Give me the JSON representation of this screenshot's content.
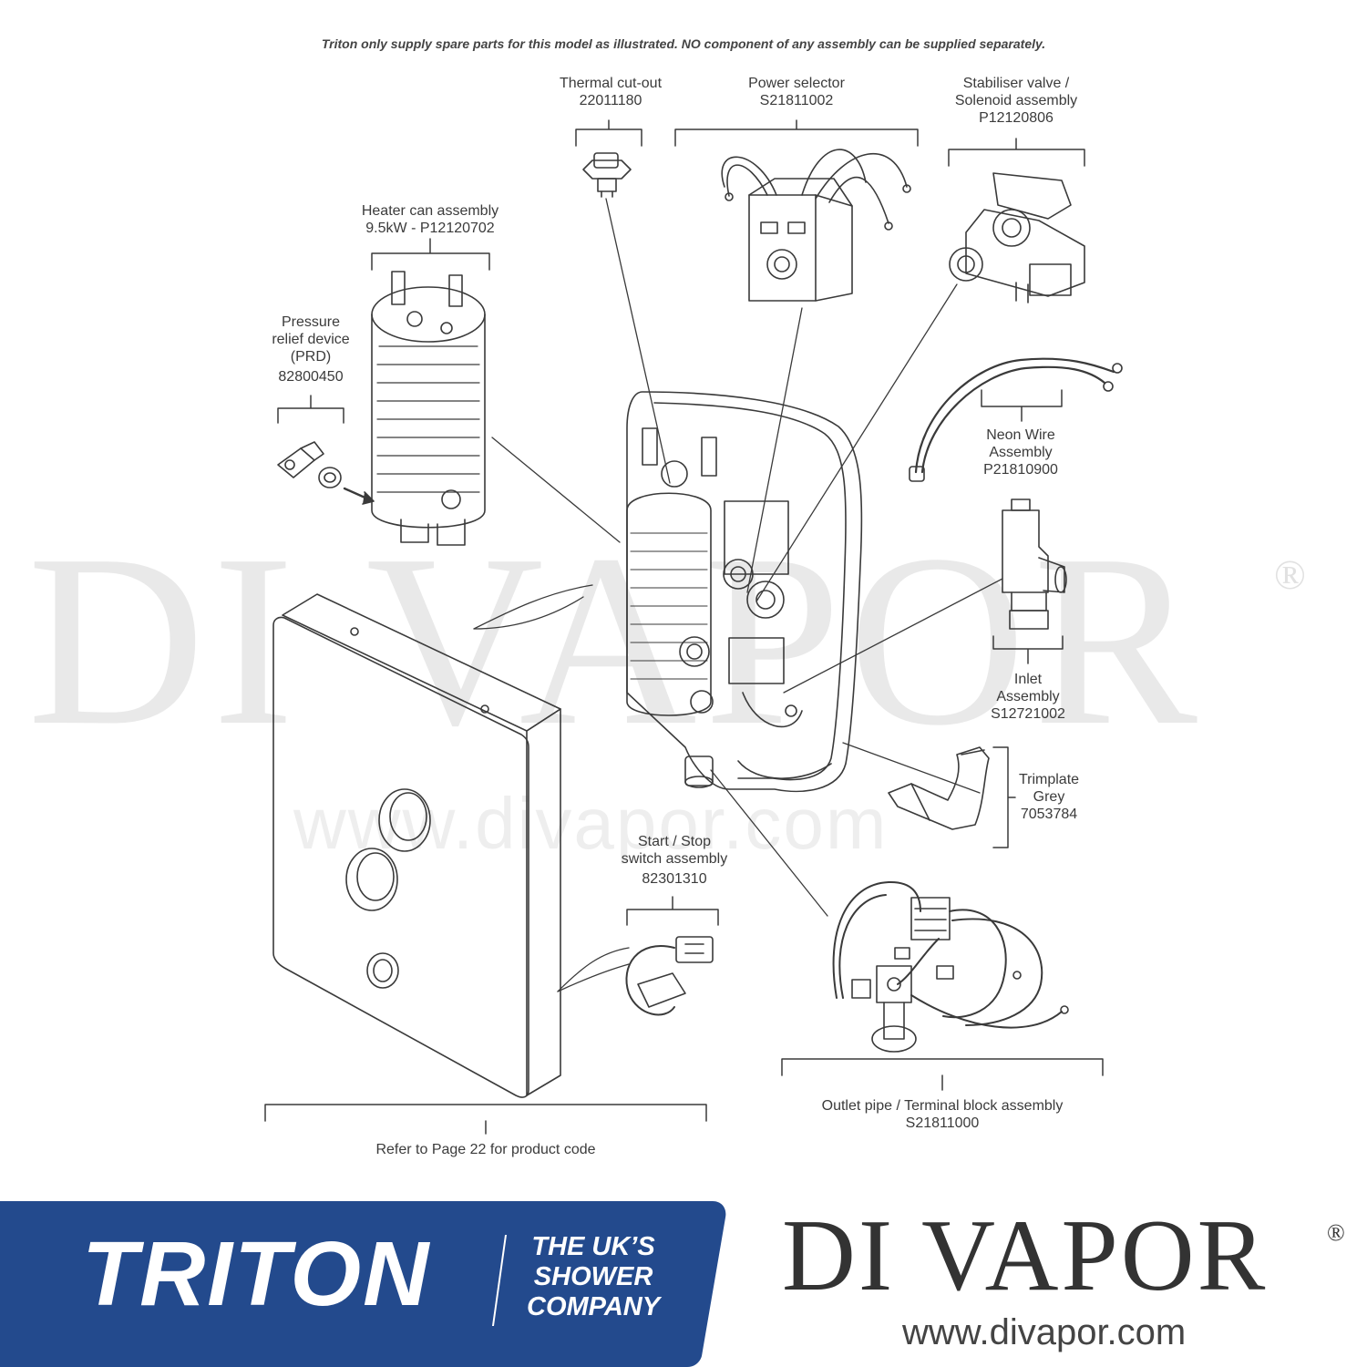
{
  "notice": "Triton only supply spare parts for this model as illustrated. NO component of any assembly can be supplied separately.",
  "parts": {
    "thermal_cutout": {
      "name": "Thermal cut-out",
      "code": "22011180"
    },
    "power_selector": {
      "name": "Power selector",
      "code": "S21811002"
    },
    "stabiliser_valve": {
      "name_line1": "Stabiliser valve /",
      "name_line2": "Solenoid assembly",
      "code": "P12120806"
    },
    "heater_can": {
      "name": "Heater can assembly",
      "code": "9.5kW - P12120702"
    },
    "prd": {
      "line1": "Pressure",
      "line2": "relief device",
      "line3": "(PRD)",
      "code": "82800450"
    },
    "neon_wire": {
      "line1": "Neon Wire",
      "line2": "Assembly",
      "code": "P21810900"
    },
    "inlet": {
      "line1": "Inlet",
      "line2": "Assembly",
      "code": "S12721002"
    },
    "trimplate": {
      "line1": "Trimplate",
      "line2": "Grey",
      "code": "7053784"
    },
    "start_stop": {
      "line1": "Start / Stop",
      "line2": "switch assembly",
      "code": "82301310"
    },
    "outlet_pipe": {
      "name": "Outlet pipe / Terminal block assembly",
      "code": "S21811000"
    },
    "cover": {
      "note": "Refer to Page 22 for product code"
    }
  },
  "watermark": {
    "text": "DI VAPOR",
    "reg": "®",
    "url": "www.divapor.com"
  },
  "footer": {
    "triton": {
      "brand": "TRITON",
      "tagline_line1": "THE UK’S",
      "tagline_line2": "SHOWER",
      "tagline_line3": "COMPANY"
    },
    "divapor": {
      "brand": "DI VAPOR",
      "reg": "®",
      "url": "www.divapor.com"
    }
  },
  "colors": {
    "triton_blue": "#234a8d",
    "line": "#3a3a3a",
    "watermark": "#c8c8c8"
  }
}
